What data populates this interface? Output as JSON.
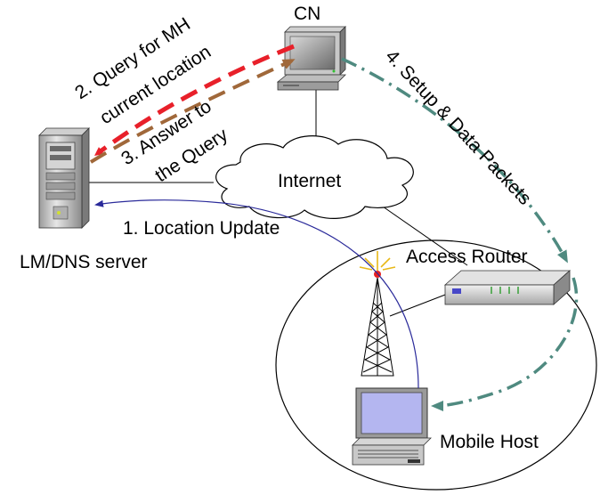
{
  "nodes": {
    "cn": "CN",
    "lm_dns": "LM/DNS server",
    "internet": "Internet",
    "access_router": "Access Router",
    "mobile_host": "Mobile Host"
  },
  "steps": {
    "step1": "1. Location Update",
    "step2_line1": "2. Query for MH",
    "step2_line2": "current location",
    "step3_line1": "3. Answer to",
    "step3_line2": "the Query",
    "step4": "4. Setup & Data Packets"
  },
  "colors": {
    "query_arrow": "#e8202a",
    "answer_arrow": "#a0683a",
    "data_arrow": "#4f8a80",
    "update_arrow": "#2a2a9a",
    "monitor_screen": "#b4b6f0"
  }
}
